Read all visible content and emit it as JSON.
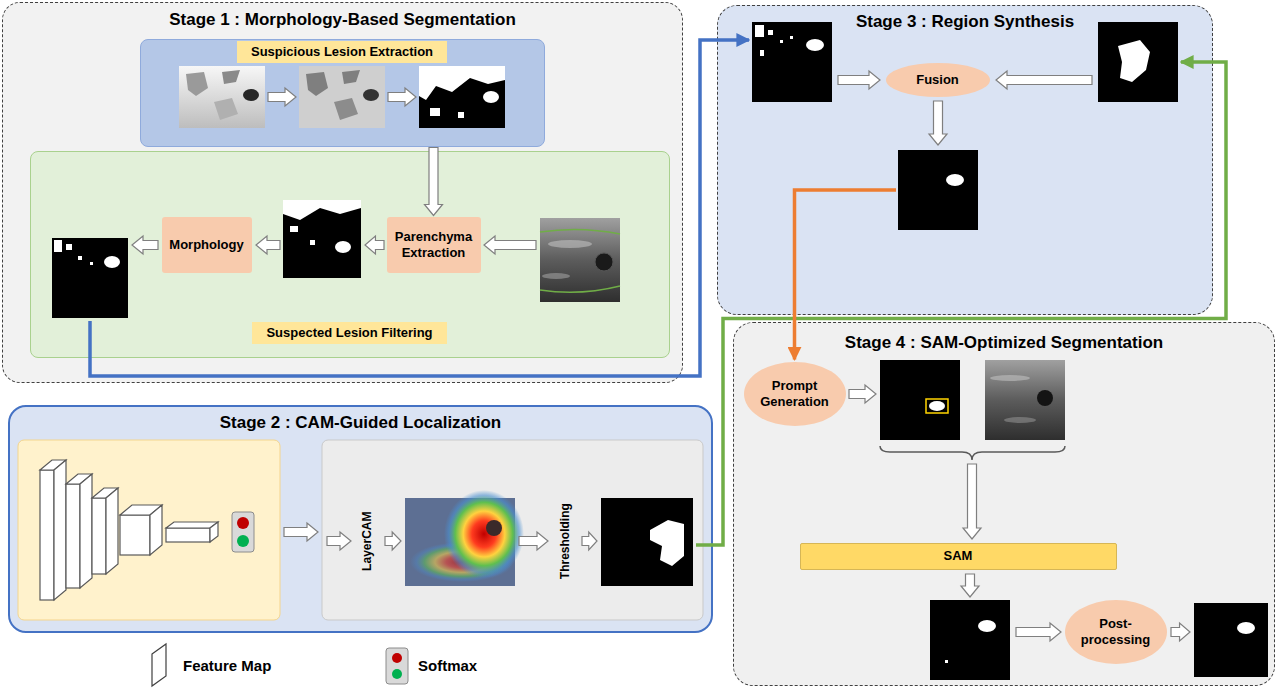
{
  "diagram": {
    "nodes": [
      {
        "text": [
          "Stage 1 : Morphology-Based Segmentation"
        ]
      },
      {
        "text": [
          "Suspicious Lesion Extraction"
        ],
        "in": 0
      },
      {
        "text": [
          "Suspected Lesion Filtering"
        ],
        "in": 0
      },
      {
        "text": [
          "Morphology"
        ],
        "in": 2
      },
      {
        "text": [
          "Parenchyma Extraction"
        ],
        "in": 2
      },
      {
        "text": [
          "Stage 3 : Region Synthesis"
        ]
      },
      {
        "text": [
          "Fusion"
        ],
        "in": 5
      },
      {
        "text": [
          "Stage 2 : CAM-Guided Localization"
        ]
      },
      {
        "text": [
          "LayerCAM"
        ],
        "in": 7
      },
      {
        "text": [
          "Thresholding"
        ],
        "in": 7
      },
      {
        "text": [
          "Stage 4 : SAM-Optimized Segmentation"
        ]
      },
      {
        "text": [
          "Prompt Generation"
        ],
        "in": 10
      },
      {
        "text": [
          "SAM"
        ],
        "in": 10
      },
      {
        "text": [
          "Post-processing"
        ],
        "in": 10
      }
    ],
    "edges": [
      {
        "from": 1,
        "to": 4,
        "arrow": "to"
      },
      {
        "from": 0,
        "to": 5,
        "arrow": "to"
      },
      {
        "from": 7,
        "to": 5,
        "arrow": "to"
      },
      {
        "from": 5,
        "to": 11,
        "arrow": "to"
      }
    ],
    "legend": [
      {
        "text": "Feature Map"
      },
      {
        "text": "Softmax"
      }
    ]
  }
}
